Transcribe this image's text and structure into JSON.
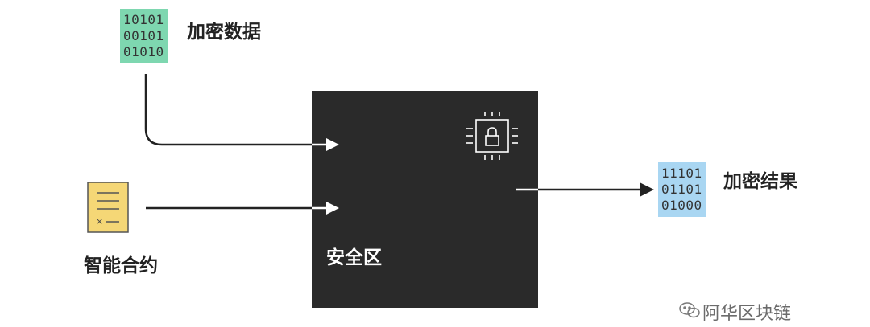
{
  "encrypted_data": {
    "label": "加密数据",
    "bits": [
      "10101",
      "00101",
      "01010"
    ],
    "color": "#7ed7b0"
  },
  "smart_contract": {
    "label": "智能合约",
    "doc_mark": "× —",
    "color": "#f5d776"
  },
  "enclave": {
    "label": "安全区",
    "icon": "chip-lock-icon",
    "color": "#2a2a2a"
  },
  "encrypted_result": {
    "label": "加密结果",
    "bits": [
      "11101",
      "01101",
      "01000"
    ],
    "color": "#a9d6f2"
  },
  "watermark": {
    "text": "阿华区块链",
    "icon": "wechat-icon"
  }
}
